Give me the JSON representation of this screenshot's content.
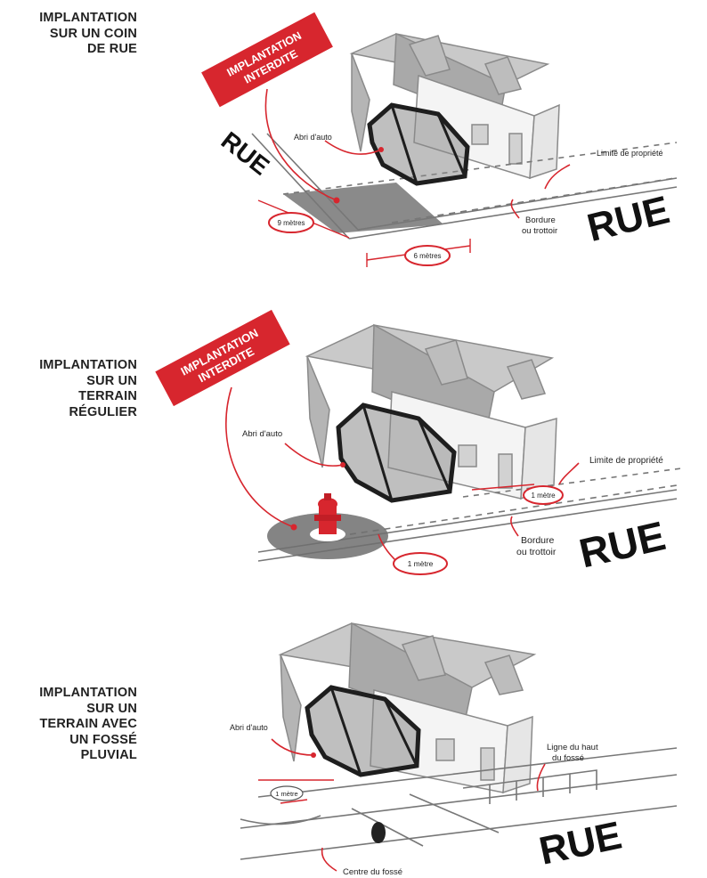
{
  "diagrams": [
    {
      "title": "IMPLANTATION\nSUR UN COIN\nDE RUE",
      "banner": [
        "IMPLANTATION",
        "INTERDITE"
      ],
      "labels": {
        "shelter": "Abri d'auto",
        "property_limit": "Limite de propriété",
        "curb_line1": "Bordure",
        "curb_line2": "ou trottoir",
        "street_side": "RUE",
        "street_main": "RUE"
      },
      "measures": [
        "9 mètres",
        "6 mètres"
      ]
    },
    {
      "title": "IMPLANTATION\nSUR UN\nTERRAIN\nRÉGULIER",
      "banner": [
        "IMPLANTATION",
        "INTERDITE"
      ],
      "labels": {
        "shelter": "Abri d'auto",
        "property_limit": "Limite de propriété",
        "curb_line1": "Bordure",
        "curb_line2": "ou trottoir",
        "street_main": "RUE"
      },
      "measures": [
        "1 mètre",
        "1 mètre"
      ]
    },
    {
      "title": "IMPLANTATION\nSUR UN\nTERRAIN AVEC\nUN FOSSÉ\nPLUVIAL",
      "labels": {
        "shelter": "Abri d'auto",
        "ditch_top_line1": "Ligne du haut",
        "ditch_top_line2": "du fossé",
        "ditch_center": "Centre du fossé",
        "street_main": "RUE"
      },
      "measures": [
        "1 mètre"
      ]
    }
  ],
  "colors": {
    "accent_red": "#d7262e",
    "house_gray": "#9a9a9a",
    "shelter_dark": "#1e1e1e",
    "zone_gray": "#777777"
  }
}
